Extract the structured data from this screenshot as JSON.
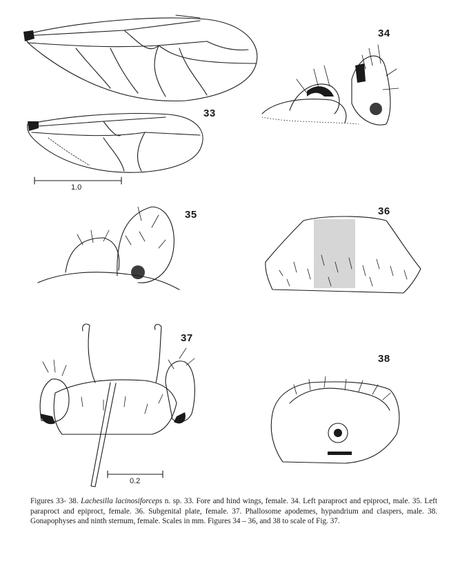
{
  "figure_labels": {
    "fig33": "33",
    "fig34": "34",
    "fig35": "35",
    "fig36": "36",
    "fig37": "37",
    "fig38": "38"
  },
  "scales": {
    "wing_scale": "1.0",
    "genital_scale": "0.2"
  },
  "caption": {
    "lead": "Figures 33- 38. ",
    "species": "Lachesilla lacinosiforceps",
    "rest": " n. sp. 33. Fore and hind wings, female. 34. Left paraproct and epiproct, male. 35. Left paraproct and epiproct, female. 36. Subgenital plate, female. 37. Phallosome apodemes, hypandrium and claspers, male. 38. Gonapophyses and ninth sternum, female. Scales in mm. Figures 34 – 36, and 38 to scale of Fig. 37."
  }
}
